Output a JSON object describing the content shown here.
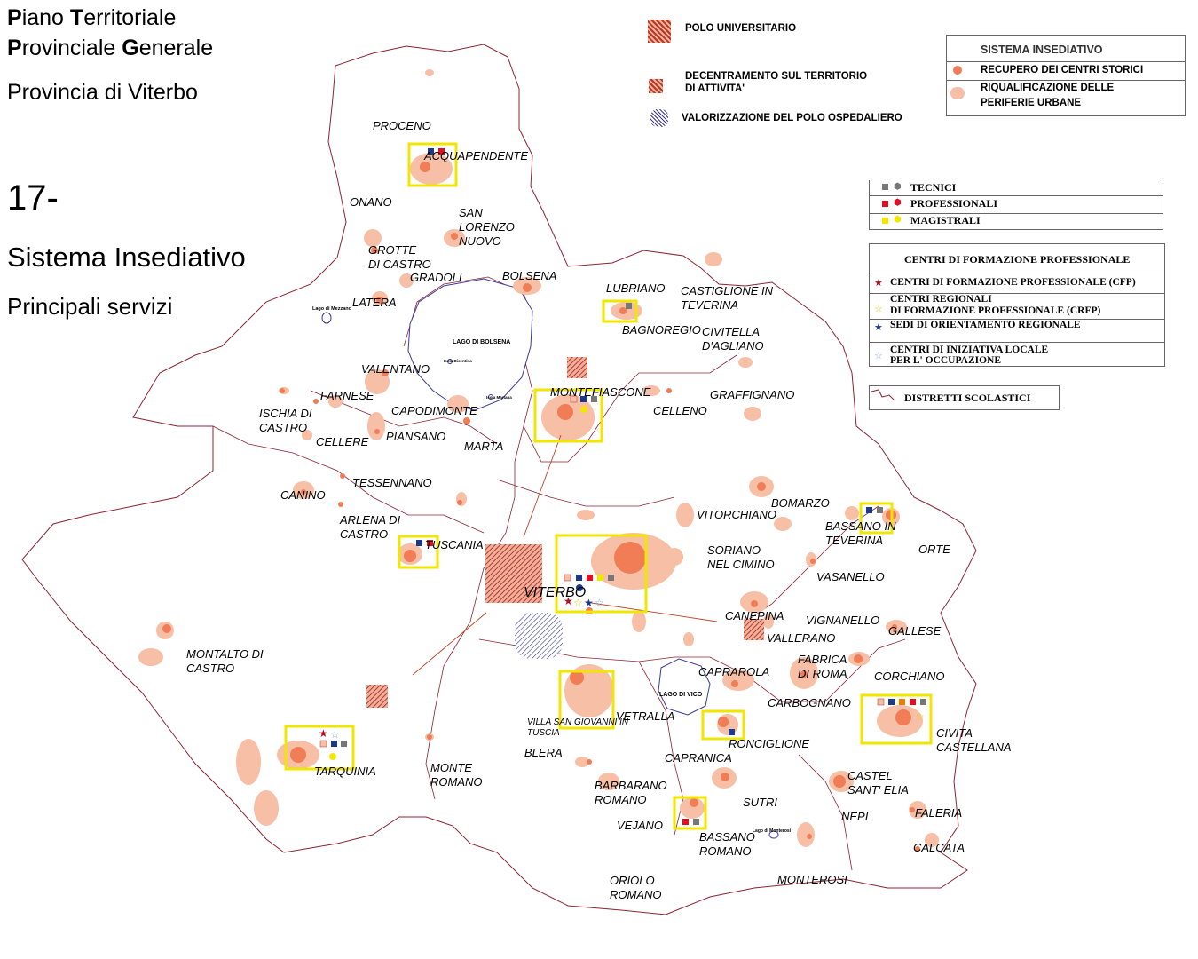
{
  "title": {
    "line1_rest": "iano ",
    "line1_p": "P",
    "line1_t": "T",
    "line1_rest2": "erritoriale",
    "line2_p": "P",
    "line2_rest": "rovinciale ",
    "line2_g": "G",
    "line2_rest2": "enerale",
    "province": "Provincia di Viterbo",
    "number": "17-",
    "section": "Sistema Insediativo",
    "subsection": "Principali servizi"
  },
  "top_legend": {
    "polo_universitario": "POLO UNIVERSITARIO",
    "decentramento_1": "DECENTRAMENTO SUL TERRITORIO",
    "decentramento_2": "DI ATTIVITA'",
    "polo_ospedaliero": "VALORIZZAZIONE DEL POLO OSPEDALIERO"
  },
  "sistema_legend": {
    "header": "SISTEMA INSEDIATIVO",
    "recupero": "RECUPERO DEI CENTRI STORICI",
    "riqualificazione_1": "RIQUALIFICAZIONE DELLE",
    "riqualificazione_2": "PERIFERIE URBANE"
  },
  "schools_legend": {
    "tecnici": "TECNICI",
    "professionali": "PROFESSIONALI",
    "magistrali": "MAGISTRALI"
  },
  "formazione_legend": {
    "header": "CENTRI DI FORMAZIONE PROFESSIONALE",
    "cfp": "CENTRI DI FORMAZIONE PROFESSIONALE (CFP)",
    "crfp_1": "CENTRI REGIONALI",
    "crfp_2": "DI FORMAZIONE PROFESSIONALE (CRFP)",
    "sedi": "SEDI DI ORIENTAMENTO REGIONALE",
    "iniziativa_1": "CENTRI DI INIZIATIVA LOCALE",
    "iniziativa_2": "PER L' OCCUPAZIONE"
  },
  "distretti_legend": {
    "label": "DISTRETTI SCOLASTICI"
  },
  "lakes": {
    "bolsena": "LAGO DI BOLSENA",
    "vico": "LAGO DI VICO",
    "mezzano": "Lago di Mezzano",
    "bisentina": "Isola Bisentina",
    "martana": "Isola Martana",
    "monterosi": "Lago di Monterosi"
  },
  "towns": {
    "proceno": "PROCENO",
    "acquapendente": "ACQUAPENDENTE",
    "onano": "ONANO",
    "san_lorenzo": "SAN\nLORENZO\nNUOVO",
    "grotte": "GROTTE\nDI CASTRO",
    "gradoli": "GRADOLI",
    "bolsena": "BOLSENA",
    "latera": "LATERA",
    "lubriano": "LUBRIANO",
    "castiglione": "CASTIGLIONE IN\nTEVERINA",
    "bagnoregio": "BAGNOREGIO",
    "civitella": "CIVITELLA\nD'AGLIANO",
    "valentano": "VALENTANO",
    "montefiascone": "MONTEFIASCONE",
    "farnese": "FARNESE",
    "graffignano": "GRAFFIGNANO",
    "ischia": "ISCHIA DI\nCASTRO",
    "capodimonte": "CAPODIMONTE",
    "celleno": "CELLENO",
    "piansano": "PIANSANO",
    "cellere": "CELLERE",
    "marta": "MARTA",
    "tessennano": "TESSENNANO",
    "canino": "CANINO",
    "vitorchiano": "VITORCHIANO",
    "bomarzo": "BOMARZO",
    "bassano_teverina": "BASSANO IN\nTEVERINA",
    "arlena": "ARLENA DI\nCASTRO",
    "tuscania": "TUSCANIA",
    "soriano": "SORIANO\nNEL CIMINO",
    "orte": "ORTE",
    "vasanello": "VASANELLO",
    "viterbo": "VITERBO",
    "canepina": "CANEPINA",
    "vignanello": "VIGNANELLO",
    "gallese": "GALLESE",
    "vallerano": "VALLERANO",
    "montalto": "MONTALTO DI\nCASTRO",
    "fabrica": "FABRICA\nDI ROMA",
    "caprarola": "CAPRAROLA",
    "corchiano": "CORCHIANO",
    "carbognano": "CARBOGNANO",
    "vetralla": "VETRALLA",
    "villa_san_giovanni": "VILLA SAN GIOVANNI IN\nTUSCIA",
    "ronciglione": "RONCIGLIONE",
    "civita": "CIVITA\nCASTELLANA",
    "blera": "BLERA",
    "capranica": "CAPRANICA",
    "tarquinia": "TARQUINIA",
    "monte_romano": "MONTE\nROMANO",
    "castel": "CASTEL\nSANT' ELIA",
    "barbarano": "BARBARANO\nROMANO",
    "sutri": "SUTRI",
    "nepi": "NEPI",
    "faleria": "FALERIA",
    "vejano": "VEJANO",
    "bassano_romano": "BASSANO\nROMANO",
    "calcata": "CALCATA",
    "oriolo": "ORIOLO\nROMANO",
    "monterosi": "MONTEROSI"
  },
  "colors": {
    "boundary": "#8b2433",
    "highlight_box": "#f0e600",
    "centro_storico": "#f07d55",
    "periferia": "#f6bfa6",
    "tecnici": "#777777",
    "professionali": "#e01020",
    "magistrali": "#f5e600",
    "orientamento": "#1b3a8c",
    "iniziativa": "#7faee0",
    "polo": "#c0442a"
  }
}
